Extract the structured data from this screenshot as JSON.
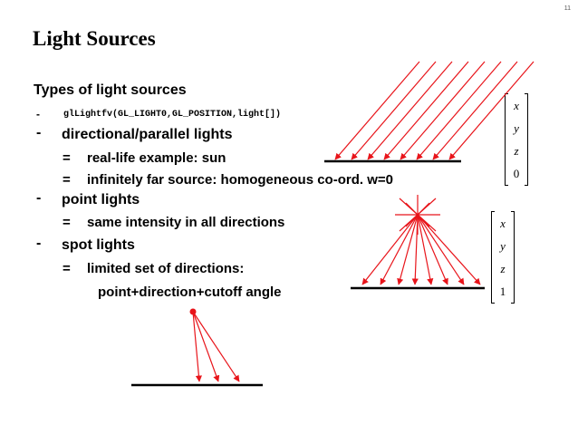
{
  "page_number": "11",
  "title": "Light Sources",
  "subtitle": "Types of light sources",
  "code_line": "glLightfv(GL_LIGHT0,GL_POSITION,light[])",
  "bullets": {
    "dash": "-",
    "directional": "directional/parallel lights",
    "point": "point lights",
    "spot": "spot lights"
  },
  "sub_items": {
    "eq": "=",
    "sun": "real-life example: sun",
    "infinite": "infinitely far source: homogeneous co-ord. w=0",
    "same_intensity": "same intensity in all directions",
    "limited": "limited set of directions:",
    "cutoff": "point+direction+cutoff angle"
  },
  "vector_directional": [
    "x",
    "y",
    "z",
    "0"
  ],
  "vector_point": [
    "x",
    "y",
    "z",
    "1"
  ],
  "colors": {
    "ray": "#e8141a",
    "line": "#000000"
  }
}
